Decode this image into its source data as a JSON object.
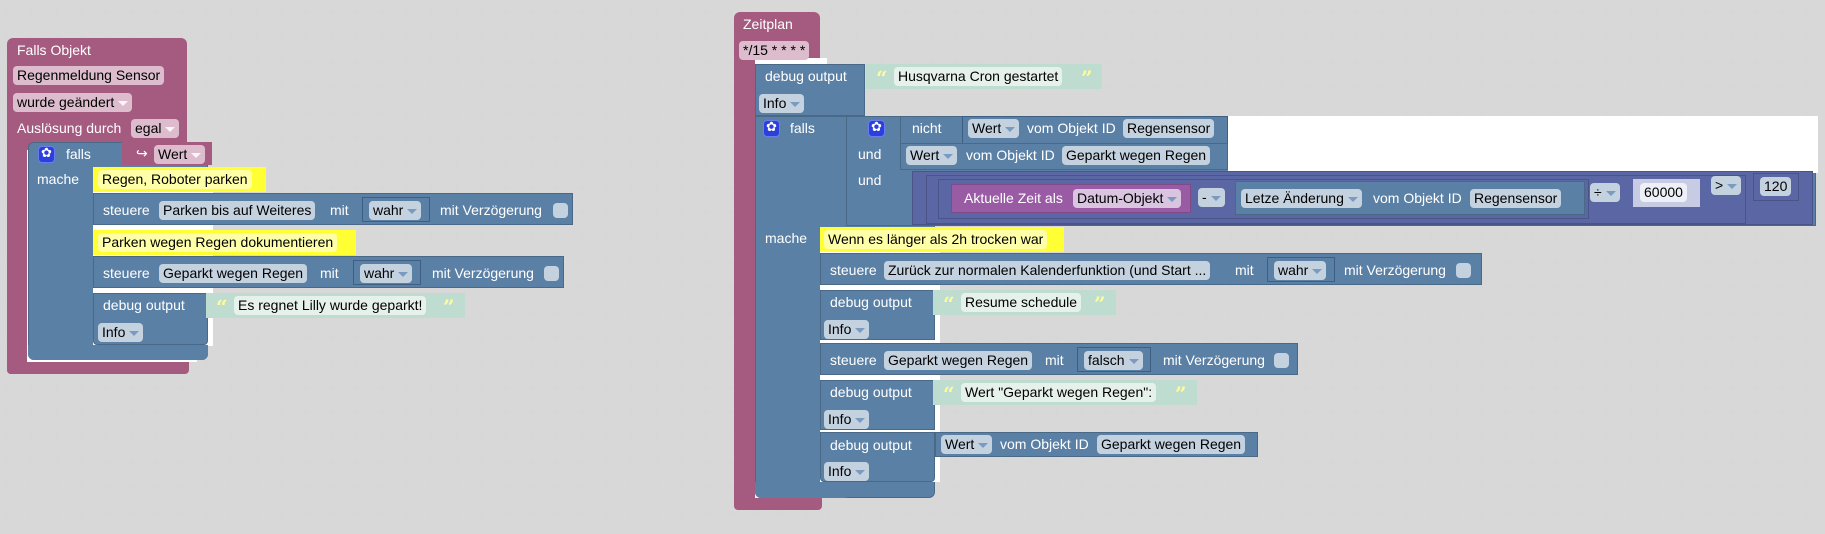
{
  "workspace": {
    "background": "#ffffff",
    "grid_color": "#d6d6d6"
  },
  "colors": {
    "trigger_block": "#a55b80",
    "logic_block": "#5b80a5",
    "math_block": "#5b67a5",
    "time_block": "#9a5ba5",
    "text_block": "#bfdcd0",
    "comment_block": "#ffff33"
  },
  "left_script": {
    "trigger": {
      "title": "Falls Objekt",
      "object": "Regenmeldung Sensor",
      "condition": "wurde geändert",
      "trigger_by_label": "Auslösung durch",
      "trigger_by_value": "egal"
    },
    "if_block": {
      "if_label": "falls",
      "do_label": "mache",
      "condition_arrow": "↪",
      "condition_value": "Wert"
    },
    "statements": [
      {
        "type": "comment",
        "text": "Regen, Roboter parken"
      },
      {
        "type": "control",
        "label": "steuere",
        "object": "Parken bis auf Weiteres",
        "with_label": "mit",
        "value": "wahr",
        "delay_label": "mit Verzögerung"
      },
      {
        "type": "comment",
        "text": "Parken wegen Regen dokumentieren"
      },
      {
        "type": "control",
        "label": "steuere",
        "object": "Geparkt wegen Regen",
        "with_label": "mit",
        "value": "wahr",
        "delay_label": "mit Verzögerung"
      },
      {
        "type": "debug",
        "label": "debug output",
        "text": "Es regnet Lilly wurde geparkt!",
        "level": "Info"
      }
    ]
  },
  "right_script": {
    "schedule": {
      "title": "Zeitplan",
      "cron": "*/15 * * * *"
    },
    "debug_start": {
      "label": "debug output",
      "text": "Husqvarna Cron gestartet",
      "level": "Info"
    },
    "if_block": {
      "if_label": "falls",
      "do_label": "mache",
      "conditions": {
        "not_label": "nicht",
        "row1": {
          "value": "Wert",
          "of_label": "vom Objekt ID",
          "object": "Regensensor"
        },
        "and1_label": "und",
        "row2": {
          "value": "Wert",
          "of_label": "vom Objekt ID",
          "object": "Geparkt wegen Regen"
        },
        "and2_label": "und",
        "row3": {
          "time_label": "Aktuelle Zeit als",
          "time_format": "Datum-Objekt",
          "minus_op": "-",
          "last_change": "Letze Änderung",
          "of_label": "vom Objekt ID",
          "object": "Regensensor",
          "divide_op": "÷",
          "divisor": "60000",
          "compare_op": ">",
          "compare_value": "120"
        }
      }
    },
    "statements": [
      {
        "type": "comment",
        "text": "Wenn es länger als 2h trocken war"
      },
      {
        "type": "control",
        "label": "steuere",
        "object": "Zurück zur normalen Kalenderfunktion (und Start ...",
        "with_label": "mit",
        "value": "wahr",
        "delay_label": "mit Verzögerung"
      },
      {
        "type": "debug",
        "label": "debug output",
        "text": "Resume schedule",
        "level": "Info"
      },
      {
        "type": "control",
        "label": "steuere",
        "object": "Geparkt wegen Regen",
        "with_label": "mit",
        "value": "falsch",
        "delay_label": "mit Verzögerung"
      },
      {
        "type": "debug",
        "label": "debug output",
        "text": "Wert \"Geparkt wegen Regen\":",
        "level": "Info"
      },
      {
        "type": "debug_value",
        "label": "debug output",
        "value": "Wert",
        "of_label": "vom Objekt ID",
        "object": "Geparkt wegen Regen",
        "level": "Info"
      }
    ]
  }
}
